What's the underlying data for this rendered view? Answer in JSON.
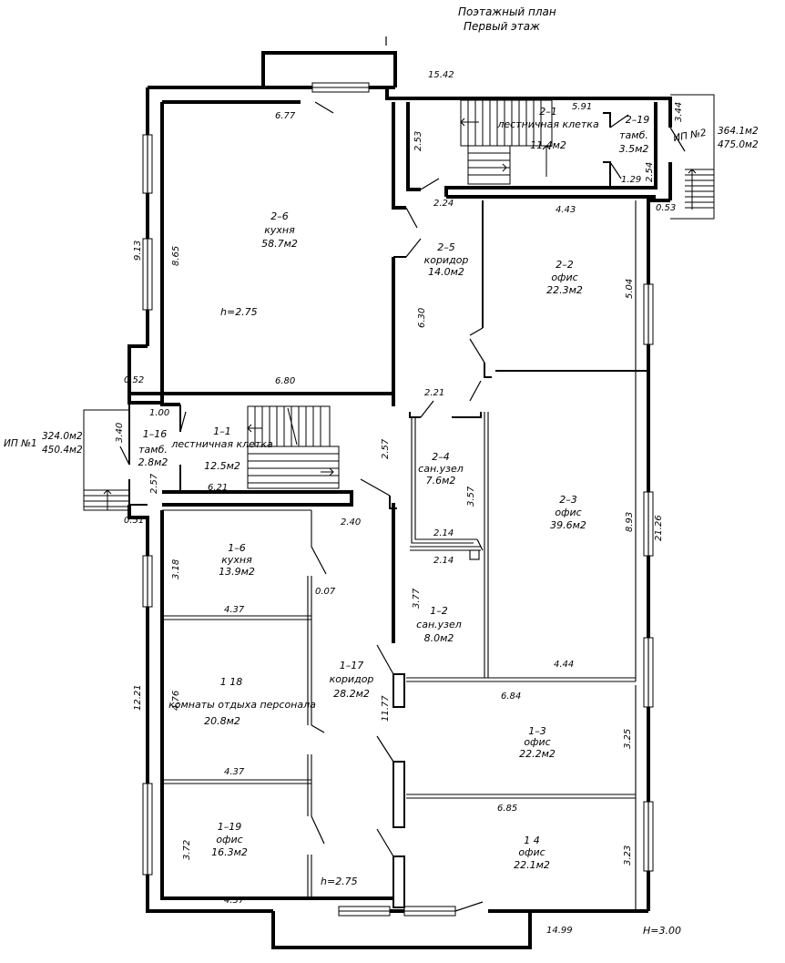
{
  "header": {
    "title_line1": "Поэтажный план",
    "title_line2": "Первый этаж"
  },
  "rooms": [
    {
      "id": "room-2-6",
      "num": "2–6",
      "name": "кухня",
      "area": "58.7м2"
    },
    {
      "id": "room-2-1",
      "num": "2–1",
      "name": "лестничная клетка",
      "area": "11.4м2"
    },
    {
      "id": "room-2-19",
      "num": "2–19",
      "name": "тамб.",
      "area": "3.5м2"
    },
    {
      "id": "room-2-5",
      "num": "2–5",
      "name": "коридор",
      "area": "14.0м2"
    },
    {
      "id": "room-2-2",
      "num": "2–2",
      "name": "офис",
      "area": "22.3м2"
    },
    {
      "id": "room-1-16",
      "num": "1–16",
      "name": "тамб.",
      "area": "2.8м2"
    },
    {
      "id": "room-1-1",
      "num": "1–1",
      "name": "лестничная клетка",
      "area": "12.5м2"
    },
    {
      "id": "room-2-4",
      "num": "2–4",
      "name": "сан.узел",
      "area": "7.6м2"
    },
    {
      "id": "room-2-3",
      "num": "2–3",
      "name": "офис",
      "area": "39.6м2"
    },
    {
      "id": "room-1-6",
      "num": "1–6",
      "name": "кухня",
      "area": "13.9м2"
    },
    {
      "id": "room-1-2",
      "num": "1–2",
      "name": "сан.узел",
      "area": "8.0м2"
    },
    {
      "id": "room-1-17",
      "num": "1–17",
      "name": "коридор",
      "area": "28.2м2"
    },
    {
      "id": "room-1-18",
      "num": "1 18",
      "name": "комнаты отдыха персонала",
      "area": "20.8м2"
    },
    {
      "id": "room-1-3",
      "num": "1–3",
      "name": "офис",
      "area": "22.2м2"
    },
    {
      "id": "room-1-19",
      "num": "1–19",
      "name": "офис",
      "area": "16.3м2"
    },
    {
      "id": "room-1-4",
      "num": "1 4",
      "name": "офис",
      "area": "22.1м2"
    }
  ],
  "heights": {
    "h_kitchen": "h=2.75",
    "h_corridor": "h=2.75",
    "h_building": "H=3.00"
  },
  "dimensions": {
    "top_total": "15.42",
    "bottom_total": "14.99",
    "right_total": "21.26",
    "r26_top": "6.77",
    "r26_bottom": "6.80",
    "r26_left": "9.13",
    "r26_left_inner": "8.65",
    "r21_stair": "2.53",
    "r21_width": "5.91",
    "r219_height": "3.44",
    "r219_width": "1.29",
    "r219_door": "2.54",
    "porch2": "0.53",
    "r22_top": "4.43",
    "r22_height": "5.04",
    "r25_width": "2.24",
    "r25_length": "6.30",
    "wall_052": "0.52",
    "r116_width": "1.00",
    "r116_height": "3.40",
    "r116_door": "2.57",
    "r11_width": "6.21",
    "r11_height": "2.57",
    "wall_051": "0.51",
    "corr_240": "2.40",
    "r24_width": "2.21",
    "r24_height": "3.57",
    "r24_bottom": "2.14",
    "r12_width": "2.14",
    "r12_height": "3.77",
    "r23_height": "8.93",
    "r23_bottom": "4.44",
    "r16_height": "3.18",
    "r16_bottom": "4.37",
    "gap_007": "0.07",
    "r17_length": "11.77",
    "r13_top": "6.84",
    "r13_height": "3.25",
    "r14_top": "6.85",
    "r14_height": "3.23",
    "left_total": "12.21",
    "r118_height": "4.76",
    "r118_bottom": "4.37",
    "r119_height": "3.72",
    "r119_bottom": "4.37"
  },
  "entrances": [
    {
      "id": "entrance-1",
      "label": "ИП №1",
      "area1": "324.0м2",
      "area2": "450.4м2"
    },
    {
      "id": "entrance-2",
      "label": "ИП №2",
      "area1": "364.1м2",
      "area2": "475.0м2"
    }
  ]
}
